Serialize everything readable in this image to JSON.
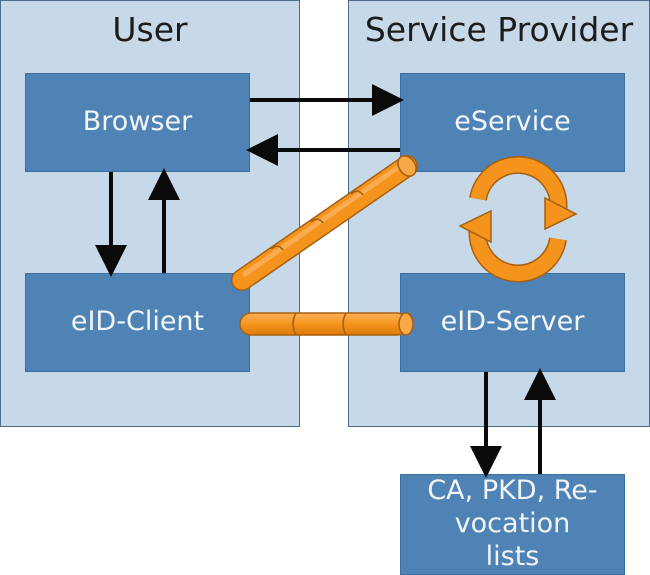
{
  "zones": {
    "user": {
      "title": "User"
    },
    "service_provider": {
      "title": "Service Provider"
    }
  },
  "nodes": {
    "browser": {
      "label": "Browser"
    },
    "eservice": {
      "label": "eService"
    },
    "eid_client": {
      "label": "eID-Client"
    },
    "eid_server": {
      "label": "eID-Server"
    },
    "ca_lists": {
      "label": "CA, PKD, Re-vocation lists"
    }
  },
  "colors": {
    "zone_fill": "#c7d8e8",
    "zone_border": "#4d6c8e",
    "node_fill": "#4f83b6",
    "node_text": "#f2f5f8",
    "tube": "#f5941d",
    "tube_edge": "#a75f10",
    "arrow": "#0a0a0a"
  }
}
